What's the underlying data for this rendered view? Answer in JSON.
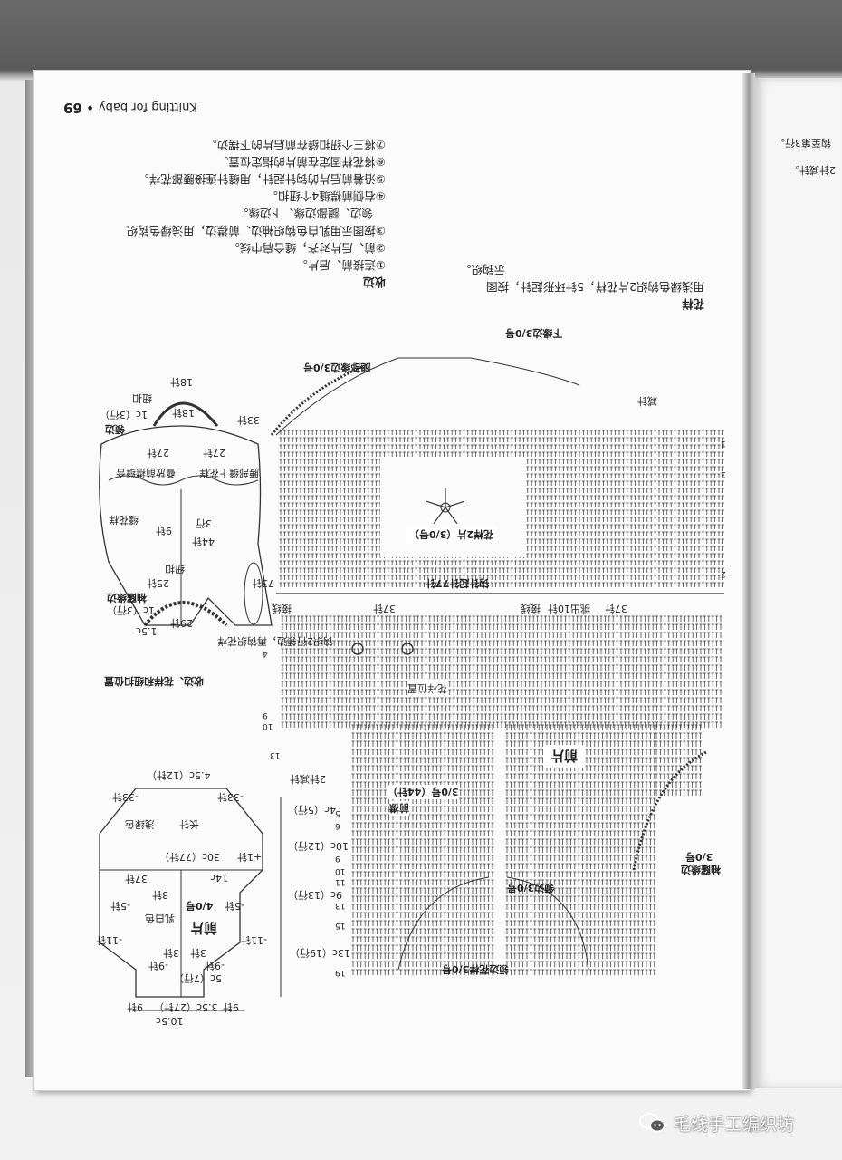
{
  "page": {
    "number": "69",
    "series": "Knitting for baby"
  },
  "finishing": {
    "title": "收边",
    "steps": [
      "①连接前、后片。",
      "②前、后片对齐，缝合肩中线。",
      "③按图示用乳白色钩织袖边、前襟边，用浅绿色钩织",
      "领边、腿部边缘、下边缘。",
      "④右侧前襟缝4个纽扣。",
      "⑤沿着前后片的钩针起针，用缝针连接腰部花样。",
      "⑥将花样固定在前片的指定位置。",
      "⑦将三个纽扣缝在前后片的下摆边。"
    ]
  },
  "pattern_note": {
    "title": "花样",
    "lines": [
      "用浅绿色钩织2片花样，5针环形起针，按图",
      "示钩织。"
    ]
  },
  "chart_labels": {
    "hem_edging": "下缘边3/0号",
    "leg_edging": "腿部缘边3/0号",
    "motif2": "花样2片（3/0号）",
    "chain_start": "钩针起针77针",
    "front": "前片",
    "front_placket": "前襟",
    "placket_hook": "3/0号（44针）",
    "sleeve_edging": "袖窿缘边",
    "sleeve_hook": "3/0号",
    "neck_edging": "领边3/0号",
    "neck_pattern": "领边花样3/0号",
    "pick_up": "挑出10针",
    "stitches_37": "37针",
    "join": "接线",
    "motif_position": "花样位置",
    "decrease": "减针",
    "dec_2": "2针减针"
  },
  "row_numbers": [
    "1",
    "2",
    "3",
    "4",
    "5",
    "6",
    "9",
    "10",
    "11",
    "13",
    "15",
    "19"
  ],
  "schematic": {
    "title_finish": "收边、花样和纽扣位置",
    "front_label": "前片",
    "hook": "4/0号",
    "color_white": "乳白色",
    "color_green": "浅绿色",
    "long_stitch": "长针",
    "dims": {
      "w_105": "10.5c",
      "w_35": "3.5c（27针）",
      "s9": "9针",
      "s9b": "9针",
      "h_13c": "13c（19行）",
      "h_5c": "5c（7行）",
      "h_9c": "9c（13行）",
      "h_10c": "10c（12行）",
      "h_4c": "4c（5行）",
      "w_30c": "30c（77针）",
      "w_14c": "14c",
      "s37": "37针",
      "s33": "-33针",
      "s33b": "-33针",
      "w_45c": "4.5c（12针）",
      "m11": "-11针",
      "m11b": "-11针",
      "m9": "-9针",
      "m9b": "-9针",
      "m5": "-5针",
      "m5b": "-5针",
      "p3": "3针",
      "p3b": "3针",
      "p3c": "3针",
      "p1": "+1针"
    }
  },
  "garment": {
    "sleeve_edge": "袖窿缘边",
    "sleeve_rows": "1c（3行）",
    "s29": "29针",
    "s25": "25针",
    "s73": "73针",
    "h15": "1.5c",
    "button": "纽扣",
    "s44": "44针",
    "s9": "9针",
    "r3": "3行",
    "motif": "缝花样",
    "top_seam": "叠放前襟缝合",
    "waist_seam": "腰部缝上花样",
    "s27": "27针",
    "s27b": "27针",
    "s18": "18针",
    "s18b": "18针",
    "s33": "33针",
    "neck_edge": "领边",
    "neck_rows": "1c（3行）",
    "btn2": "纽扣",
    "rows_note": "钩织2行领边，再钩织花样"
  },
  "watermark": "毛线手工编织坊",
  "right_page": {
    "t1": "2针减针。",
    "t2": "钩至第3行。"
  }
}
